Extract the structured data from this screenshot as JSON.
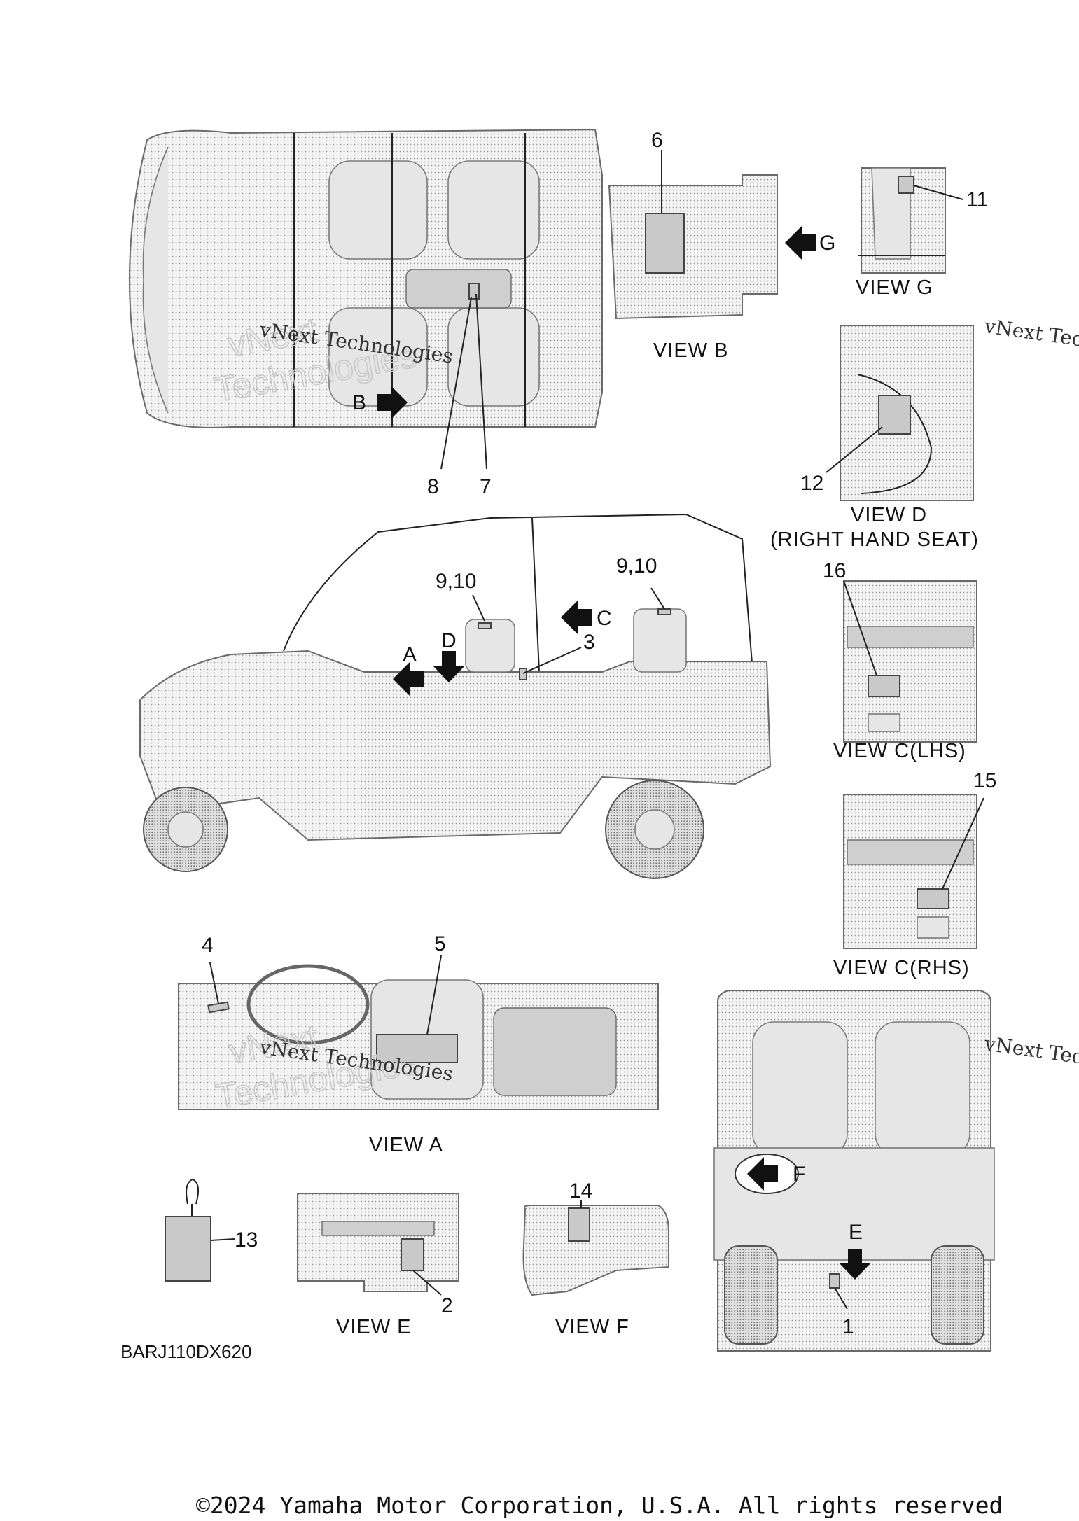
{
  "callouts": {
    "c1": "1",
    "c2": "2",
    "c3": "3",
    "c4": "4",
    "c5": "5",
    "c6": "6",
    "c7": "7",
    "c8": "8",
    "c9_10_front": "9,10",
    "c9_10_rear": "9,10",
    "c11": "11",
    "c12": "12",
    "c13": "13",
    "c14": "14",
    "c15": "15",
    "c16": "16"
  },
  "arrows": {
    "a": "A",
    "b": "B",
    "c": "C",
    "d": "D",
    "e": "E",
    "f": "F",
    "g": "G"
  },
  "views": {
    "view_a": "VIEW A",
    "view_b": "VIEW B",
    "view_c_lhs": "VIEW C(LHS)",
    "view_c_rhs": "VIEW C(RHS)",
    "view_d": "VIEW D",
    "view_d_sub": "(RIGHT HAND SEAT)",
    "view_e": "VIEW E",
    "view_f": "VIEW F",
    "view_g": "VIEW G"
  },
  "drawing_code": "BARJ110DX620",
  "watermark": {
    "text": "vNext Technologies",
    "overlay": "vNext",
    "overlay2": "Technologies"
  },
  "copyright": "©2024 Yamaha Motor Corporation, U.S.A. All rights reserved"
}
